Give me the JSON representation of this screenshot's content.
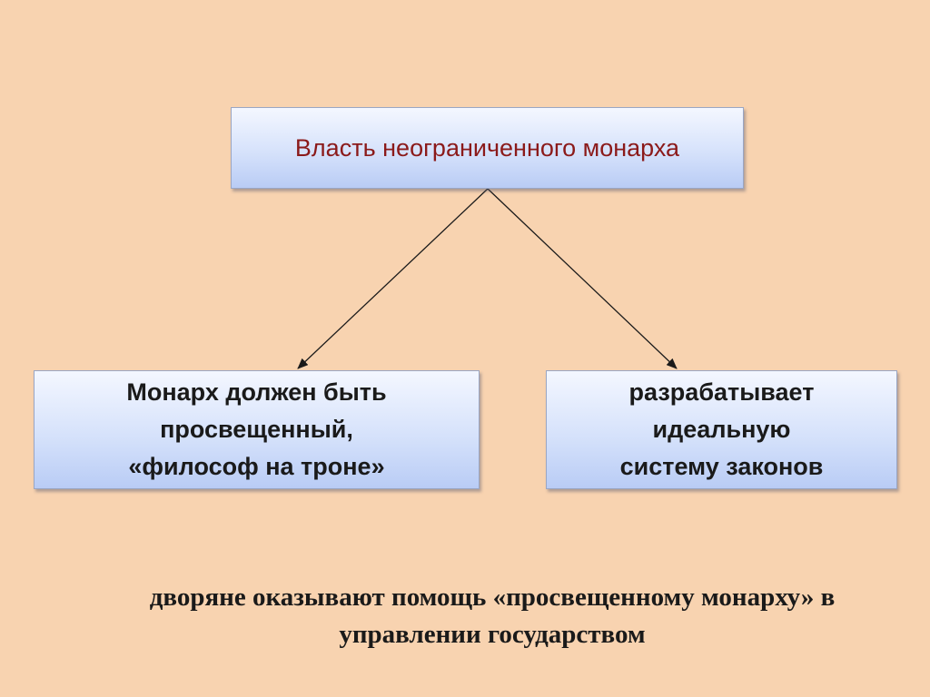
{
  "diagram": {
    "top_box": "Власть неограниченного монарха",
    "left_box": "Монарх должен быть\nпросвещенный,\n«философ на троне»",
    "right_box": "разрабатывает\nидеальную\nсистему законов",
    "footer": "дворяне оказывают помощь «просвещенному монарху» в\nуправлении государством"
  },
  "colors": {
    "background": "#f8d3b0",
    "top_box_text": "#8b1a1a",
    "box_text": "#1a1a1a"
  }
}
